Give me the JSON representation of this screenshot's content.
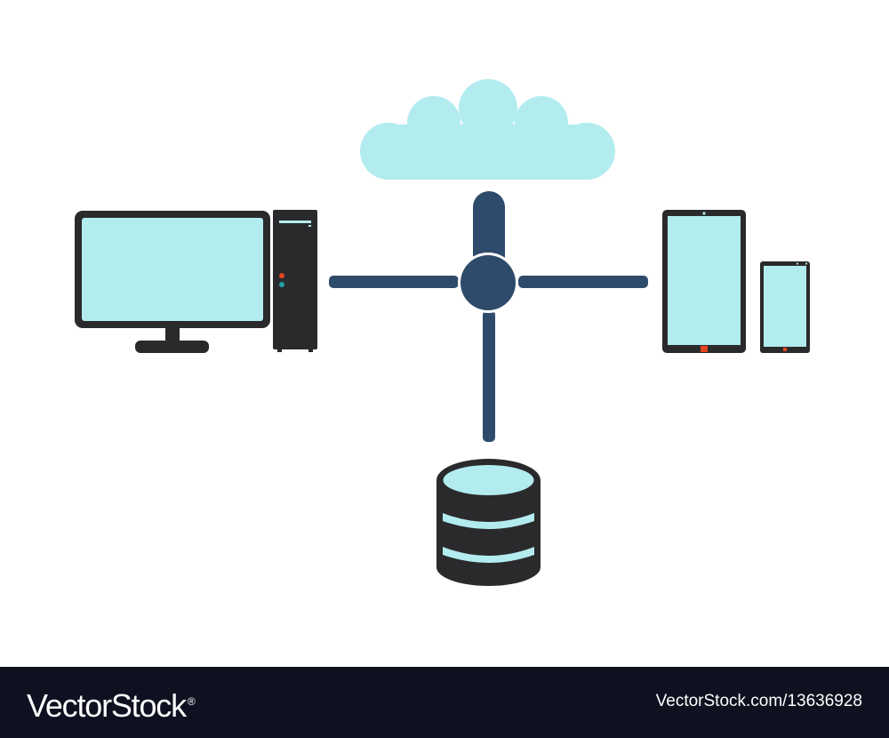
{
  "diagram": {
    "nodes": [
      {
        "id": "cloud",
        "icon": "cloud-icon"
      },
      {
        "id": "desktop",
        "icon": "desktop-computer-icon"
      },
      {
        "id": "mobile",
        "icon": "tablet-and-smartphone-icon"
      },
      {
        "id": "database",
        "icon": "database-icon"
      },
      {
        "id": "hub",
        "icon": "network-hub-icon"
      }
    ],
    "edges": [
      {
        "from": "hub",
        "to": "cloud"
      },
      {
        "from": "hub",
        "to": "desktop"
      },
      {
        "from": "hub",
        "to": "mobile"
      },
      {
        "from": "hub",
        "to": "database"
      }
    ]
  },
  "colors": {
    "background": "#ffffff",
    "screen": "#b3ecef",
    "device_body": "#2a2a2c",
    "connector": "#2e4b6b",
    "accent_red": "#e4441f",
    "accent_teal": "#1fa3a3",
    "footer_bg": "#0f1120"
  },
  "footer": {
    "logo_text": "VectorStock",
    "logo_mark": "®",
    "image_id": "VectorStock.com/13636928"
  }
}
